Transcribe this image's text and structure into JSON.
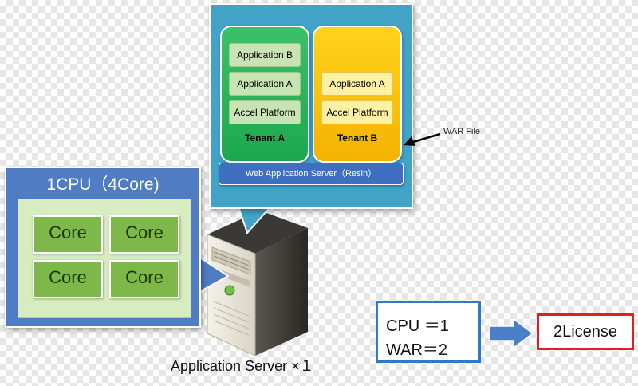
{
  "tenants": [
    {
      "apps": [
        "Application B",
        "Application A",
        "Accel Platform"
      ],
      "name": "Tenant A"
    },
    {
      "apps": [
        "Application A",
        "Accel Platform"
      ],
      "name": "Tenant B"
    }
  ],
  "web_server": "Web Application Server（Resin）",
  "war_file": "WAR File",
  "cpu": {
    "title": "1CPU（4Core)",
    "cores": [
      "Core",
      "Core",
      "Core",
      "Core"
    ]
  },
  "server_caption": "Application Server ×１",
  "calc": {
    "line1": "CPU ＝1",
    "line2": "WAR＝2"
  },
  "license": "2License",
  "colors": {
    "tenant_panel": "#42a3c8",
    "tenant_a": "#1ca84e",
    "tenant_b": "#f4b300",
    "web_server": "#3f6fc0",
    "cpu_panel": "#4f7cc3",
    "core": "#7fb84a",
    "calc_border": "#2f7ac8",
    "license_border": "#e02020",
    "flow_arrow": "#4a7fc8"
  }
}
